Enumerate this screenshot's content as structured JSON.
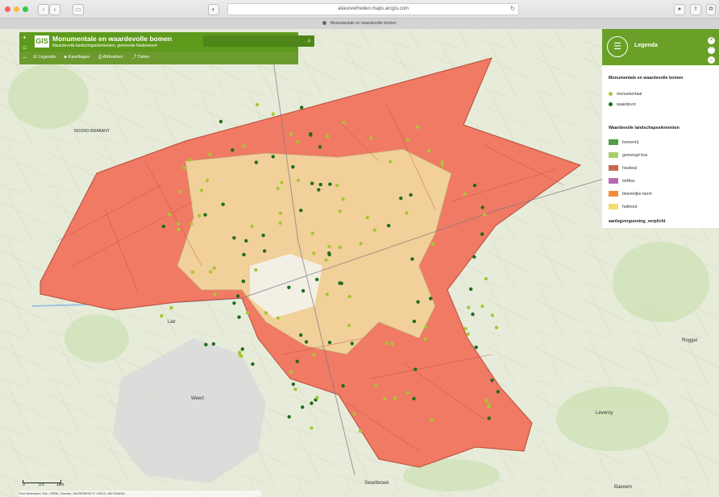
{
  "browser": {
    "url": "aliasoverheden.maps.arcgis.com",
    "tab_title": "Monumentale en waardevolle bomen",
    "nav_back": "‹",
    "nav_forward": "›",
    "reload": "↻"
  },
  "app": {
    "title": "Monumentale en waardevolle bomen",
    "subtitle": "Waardevolle landschapselementen, gemeente Nederweert",
    "logo": "GIS",
    "search_icon": "search-icon",
    "toolbar": [
      {
        "label": "Legenda",
        "icon": "list-icon"
      },
      {
        "label": "Kaartlagen",
        "icon": "layers-icon"
      },
      {
        "label": "Afdrukken",
        "icon": "print-icon"
      },
      {
        "label": "Delen",
        "icon": "share-icon"
      }
    ],
    "zoom_in": "+",
    "home": "⌂",
    "zoom_out": "−"
  },
  "legend": {
    "title": "Legenda",
    "section1": "Monumentale en waardevolle bomen",
    "trees": [
      {
        "label": "monumentaal",
        "color": "#a9c634"
      },
      {
        "label": "waardevol",
        "color": "#1f6b1f"
      }
    ],
    "section2": "Waardevolle landschapselementen",
    "elements": [
      {
        "label": "bomenrij",
        "color": "#4f9c46"
      },
      {
        "label": "gemengd bos",
        "color": "#a6d06c"
      },
      {
        "label": "houtwal",
        "color": "#c86b4d"
      },
      {
        "label": "trefbos",
        "color": "#b86ab1"
      },
      {
        "label": "bloemrijke berm",
        "color": "#f28a3a"
      },
      {
        "label": "hakhout",
        "color": "#f4dc6f"
      }
    ],
    "section3": "aanlegvergunning_verplicht"
  },
  "map": {
    "scale_labels": [
      "0",
      "0.5",
      "1km"
    ],
    "attribution": "Esri Nederland, Esri, HERE, Garmin, INCREMENT P, USGS, METI/NASA",
    "places": [
      {
        "name": "Lier"
      },
      {
        "name": "Weert"
      },
      {
        "name": "Swartbroek"
      },
      {
        "name": "Leveroy"
      },
      {
        "name": "Baexem"
      },
      {
        "name": "Roggel"
      },
      {
        "name": "NOORD-BRABANT"
      }
    ]
  },
  "colors": {
    "accent": "#6aa028",
    "municipality": "#f06a55",
    "orchard": "#f1d09a"
  }
}
